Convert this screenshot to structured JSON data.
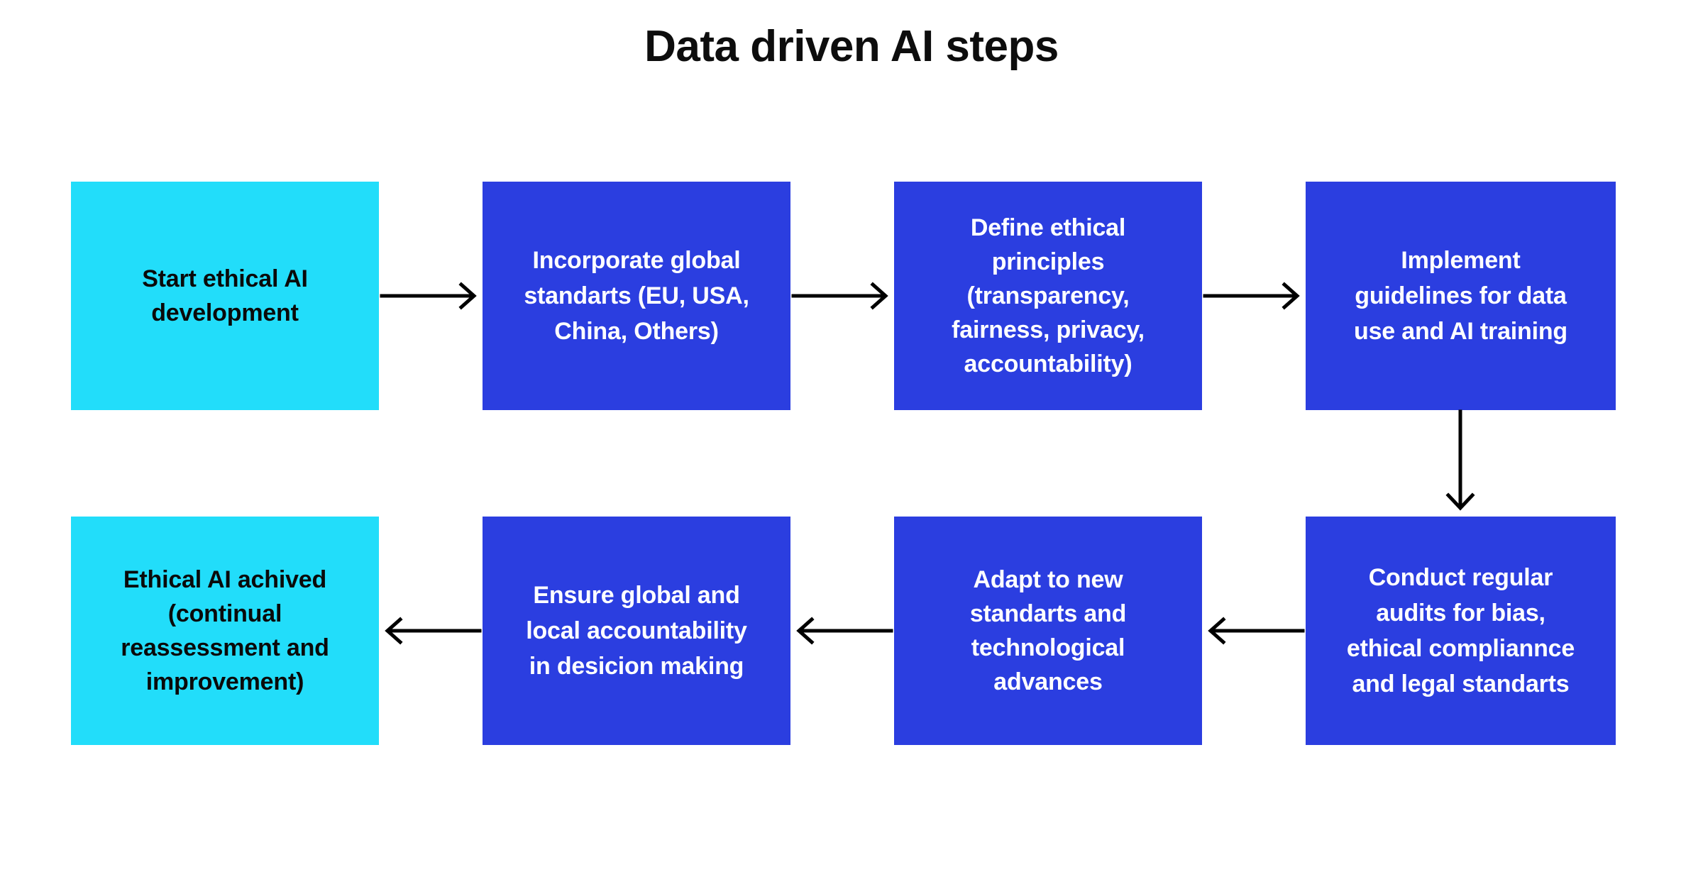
{
  "page": {
    "title": "Data driven AI steps",
    "background_color": "#ffffff"
  },
  "colors": {
    "terminal_fill": "#22DDFA",
    "terminal_text": "#0a0a0a",
    "process_fill": "#2B3EE0",
    "process_text": "#ffffff",
    "connector": "#000000",
    "title_text": "#0d0d0d"
  },
  "diagram": {
    "type": "flowchart",
    "orientation": "snake-left-to-right-then-right-to-left",
    "nodes": [
      {
        "id": "start",
        "kind": "terminal",
        "row": 1,
        "column": 1,
        "label": "Start ethical AI\ndevelopment"
      },
      {
        "id": "standards",
        "kind": "process",
        "row": 1,
        "column": 2,
        "label": "Incorporate global\nstandarts (EU, USA,\nChina, Others)"
      },
      {
        "id": "principles",
        "kind": "process",
        "row": 1,
        "column": 3,
        "label": "Define ethical\nprinciples\n(transparency,\nfairness, privacy,\naccountability)"
      },
      {
        "id": "guidelines",
        "kind": "process",
        "row": 1,
        "column": 4,
        "label": "Implement\nguidelines for data\nuse and AI training"
      },
      {
        "id": "audits",
        "kind": "process",
        "row": 2,
        "column": 4,
        "label": "Conduct regular\naudits for bias,\nethical compliannce\nand legal standarts"
      },
      {
        "id": "adapt",
        "kind": "process",
        "row": 2,
        "column": 3,
        "label": "Adapt to new\nstandarts and\ntechnological\nadvances"
      },
      {
        "id": "accountable",
        "kind": "process",
        "row": 2,
        "column": 2,
        "label": "Ensure global and\nlocal accountability\nin desicion making"
      },
      {
        "id": "achieved",
        "kind": "terminal",
        "row": 2,
        "column": 1,
        "label": "Ethical AI achived\n(continual\nreassessment and\nimprovement)"
      }
    ],
    "connectors": [
      {
        "id": "conn-1",
        "from": "start",
        "to": "standards",
        "direction": "right"
      },
      {
        "id": "conn-2",
        "from": "standards",
        "to": "principles",
        "direction": "right"
      },
      {
        "id": "conn-3",
        "from": "principles",
        "to": "guidelines",
        "direction": "right"
      },
      {
        "id": "conn-4",
        "from": "guidelines",
        "to": "audits",
        "direction": "down"
      },
      {
        "id": "conn-5",
        "from": "audits",
        "to": "adapt",
        "direction": "left"
      },
      {
        "id": "conn-6",
        "from": "adapt",
        "to": "accountable",
        "direction": "left"
      },
      {
        "id": "conn-7",
        "from": "accountable",
        "to": "achieved",
        "direction": "left"
      }
    ]
  }
}
